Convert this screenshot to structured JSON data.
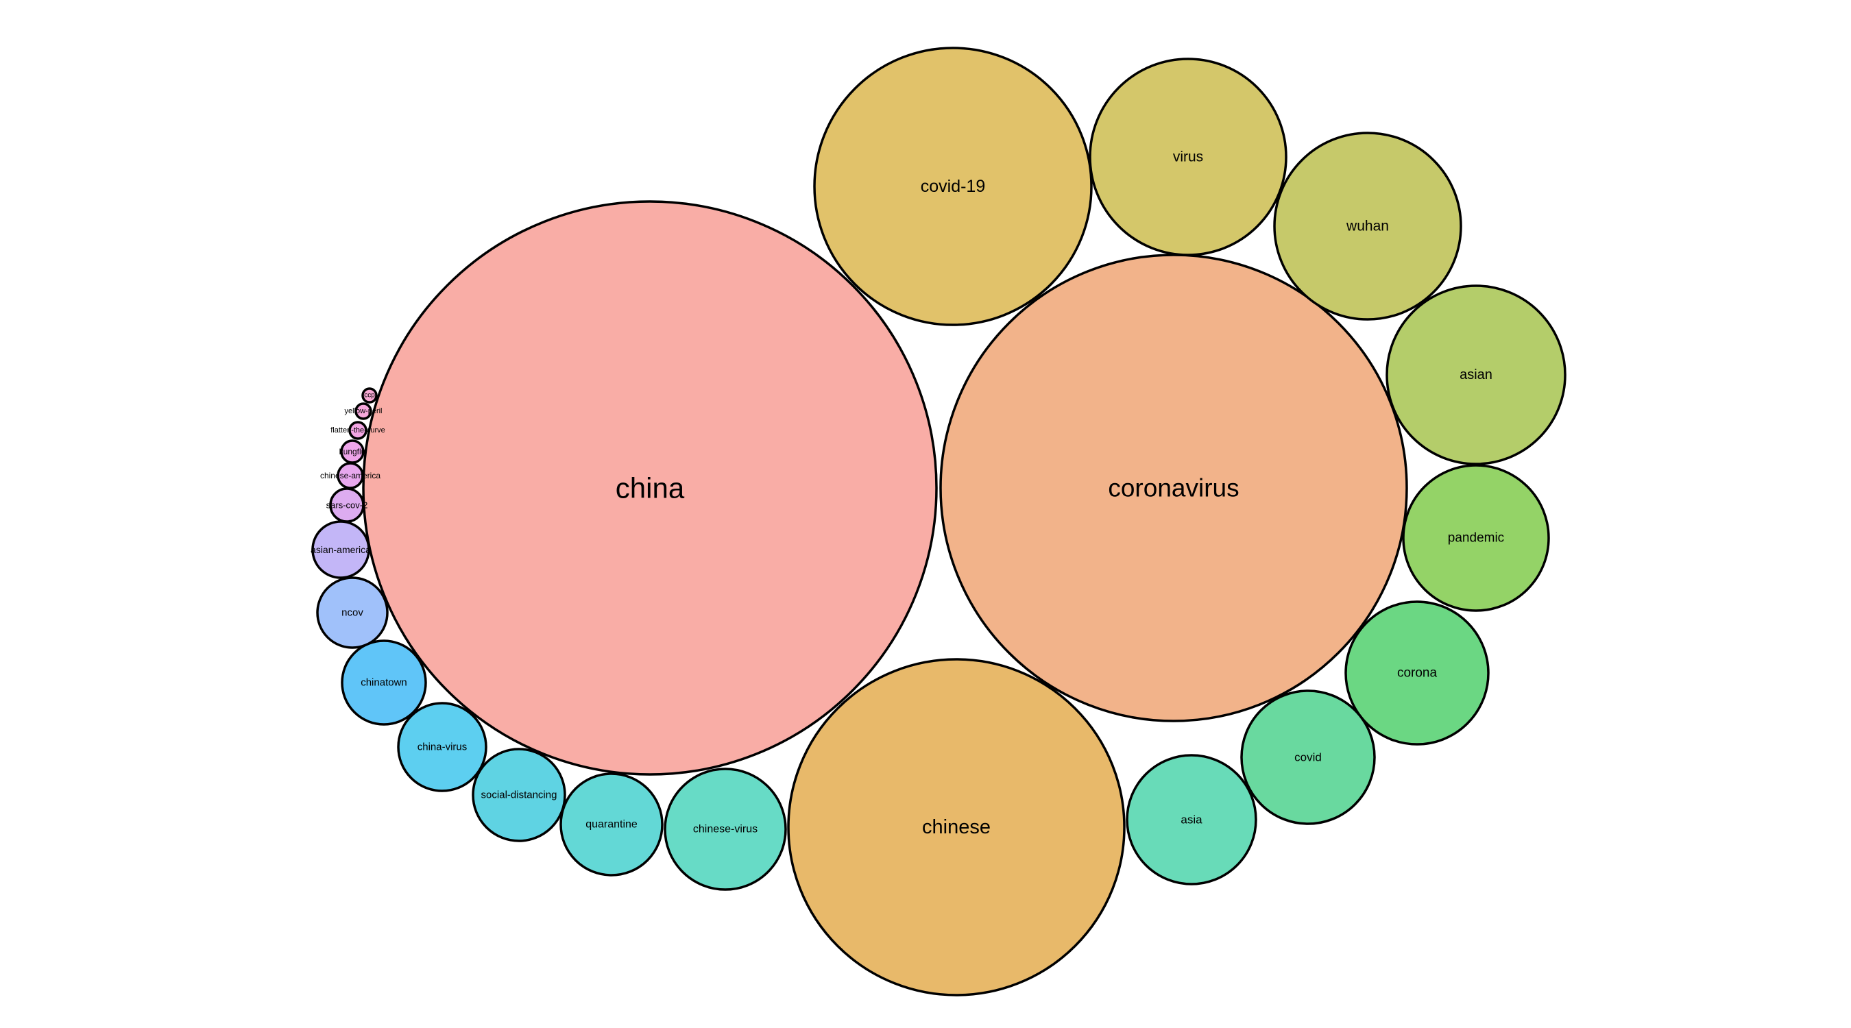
{
  "chart_data": {
    "type": "bubble",
    "legend": "none",
    "grid": false,
    "bubbles": [
      {
        "label": "china",
        "color": "#F9ADA6"
      },
      {
        "label": "coronavirus",
        "color": "#F2B38A"
      },
      {
        "label": "chinese",
        "color": "#E8B96A"
      },
      {
        "label": "covid-19",
        "color": "#E1C26A"
      },
      {
        "label": "virus",
        "color": "#D4C76A"
      },
      {
        "label": "wuhan",
        "color": "#C6C96A"
      },
      {
        "label": "asian",
        "color": "#B4CD6A"
      },
      {
        "label": "pandemic",
        "color": "#94D367"
      },
      {
        "label": "corona",
        "color": "#6BD783"
      },
      {
        "label": "covid",
        "color": "#69D99F"
      },
      {
        "label": "asia",
        "color": "#68DBB8"
      },
      {
        "label": "chinese-virus",
        "color": "#67DBC6"
      },
      {
        "label": "quarantine",
        "color": "#63D8D6"
      },
      {
        "label": "social-distancing",
        "color": "#5FD3E3"
      },
      {
        "label": "china-virus",
        "color": "#5DCFF0"
      },
      {
        "label": "chinatown",
        "color": "#60C5F8"
      },
      {
        "label": "ncov",
        "color": "#A0C1FA"
      },
      {
        "label": "asian-america",
        "color": "#C3B6F7"
      },
      {
        "label": "sars-cov-2",
        "color": "#DDACF0"
      },
      {
        "label": "chinese-america",
        "color": "#E8A8EE"
      },
      {
        "label": "kungflu",
        "color": "#EEA5EA"
      },
      {
        "label": "flatten-the-curve",
        "color": "#F3A6E4"
      },
      {
        "label": "yellow-peril",
        "color": "#F6A8DC"
      },
      {
        "label": "ccp",
        "color": "#F8AAD4"
      }
    ]
  }
}
